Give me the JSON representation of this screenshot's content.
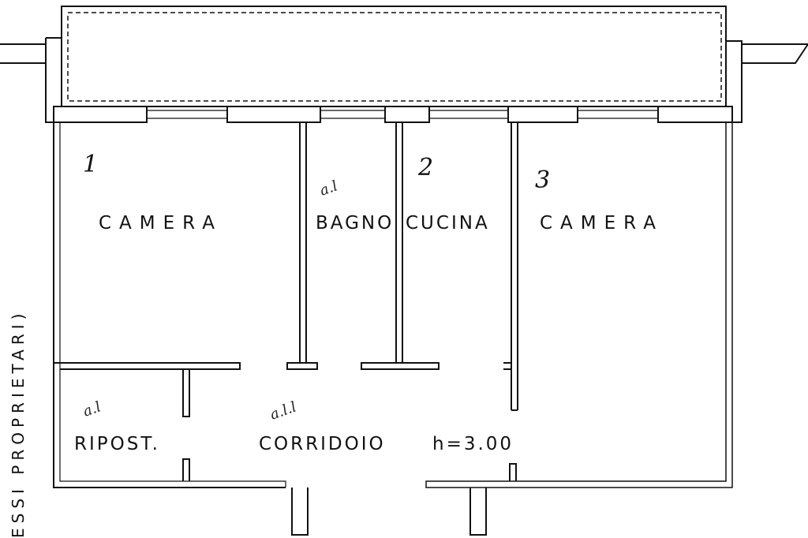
{
  "plan": {
    "rooms": {
      "camera_left": "CAMERA",
      "bagno": "BAGNO",
      "cucina": "CUCINA",
      "camera_right": "CAMERA",
      "ripost": "RIPOST.",
      "corridoio": "CORRIDOIO",
      "height": "h=3.00"
    },
    "numbers": [
      "1",
      "2",
      "3"
    ],
    "notes": [
      "a.l",
      "a.l",
      "a.l.l"
    ],
    "side_text": "ESSI  PROPRIETARI)"
  }
}
